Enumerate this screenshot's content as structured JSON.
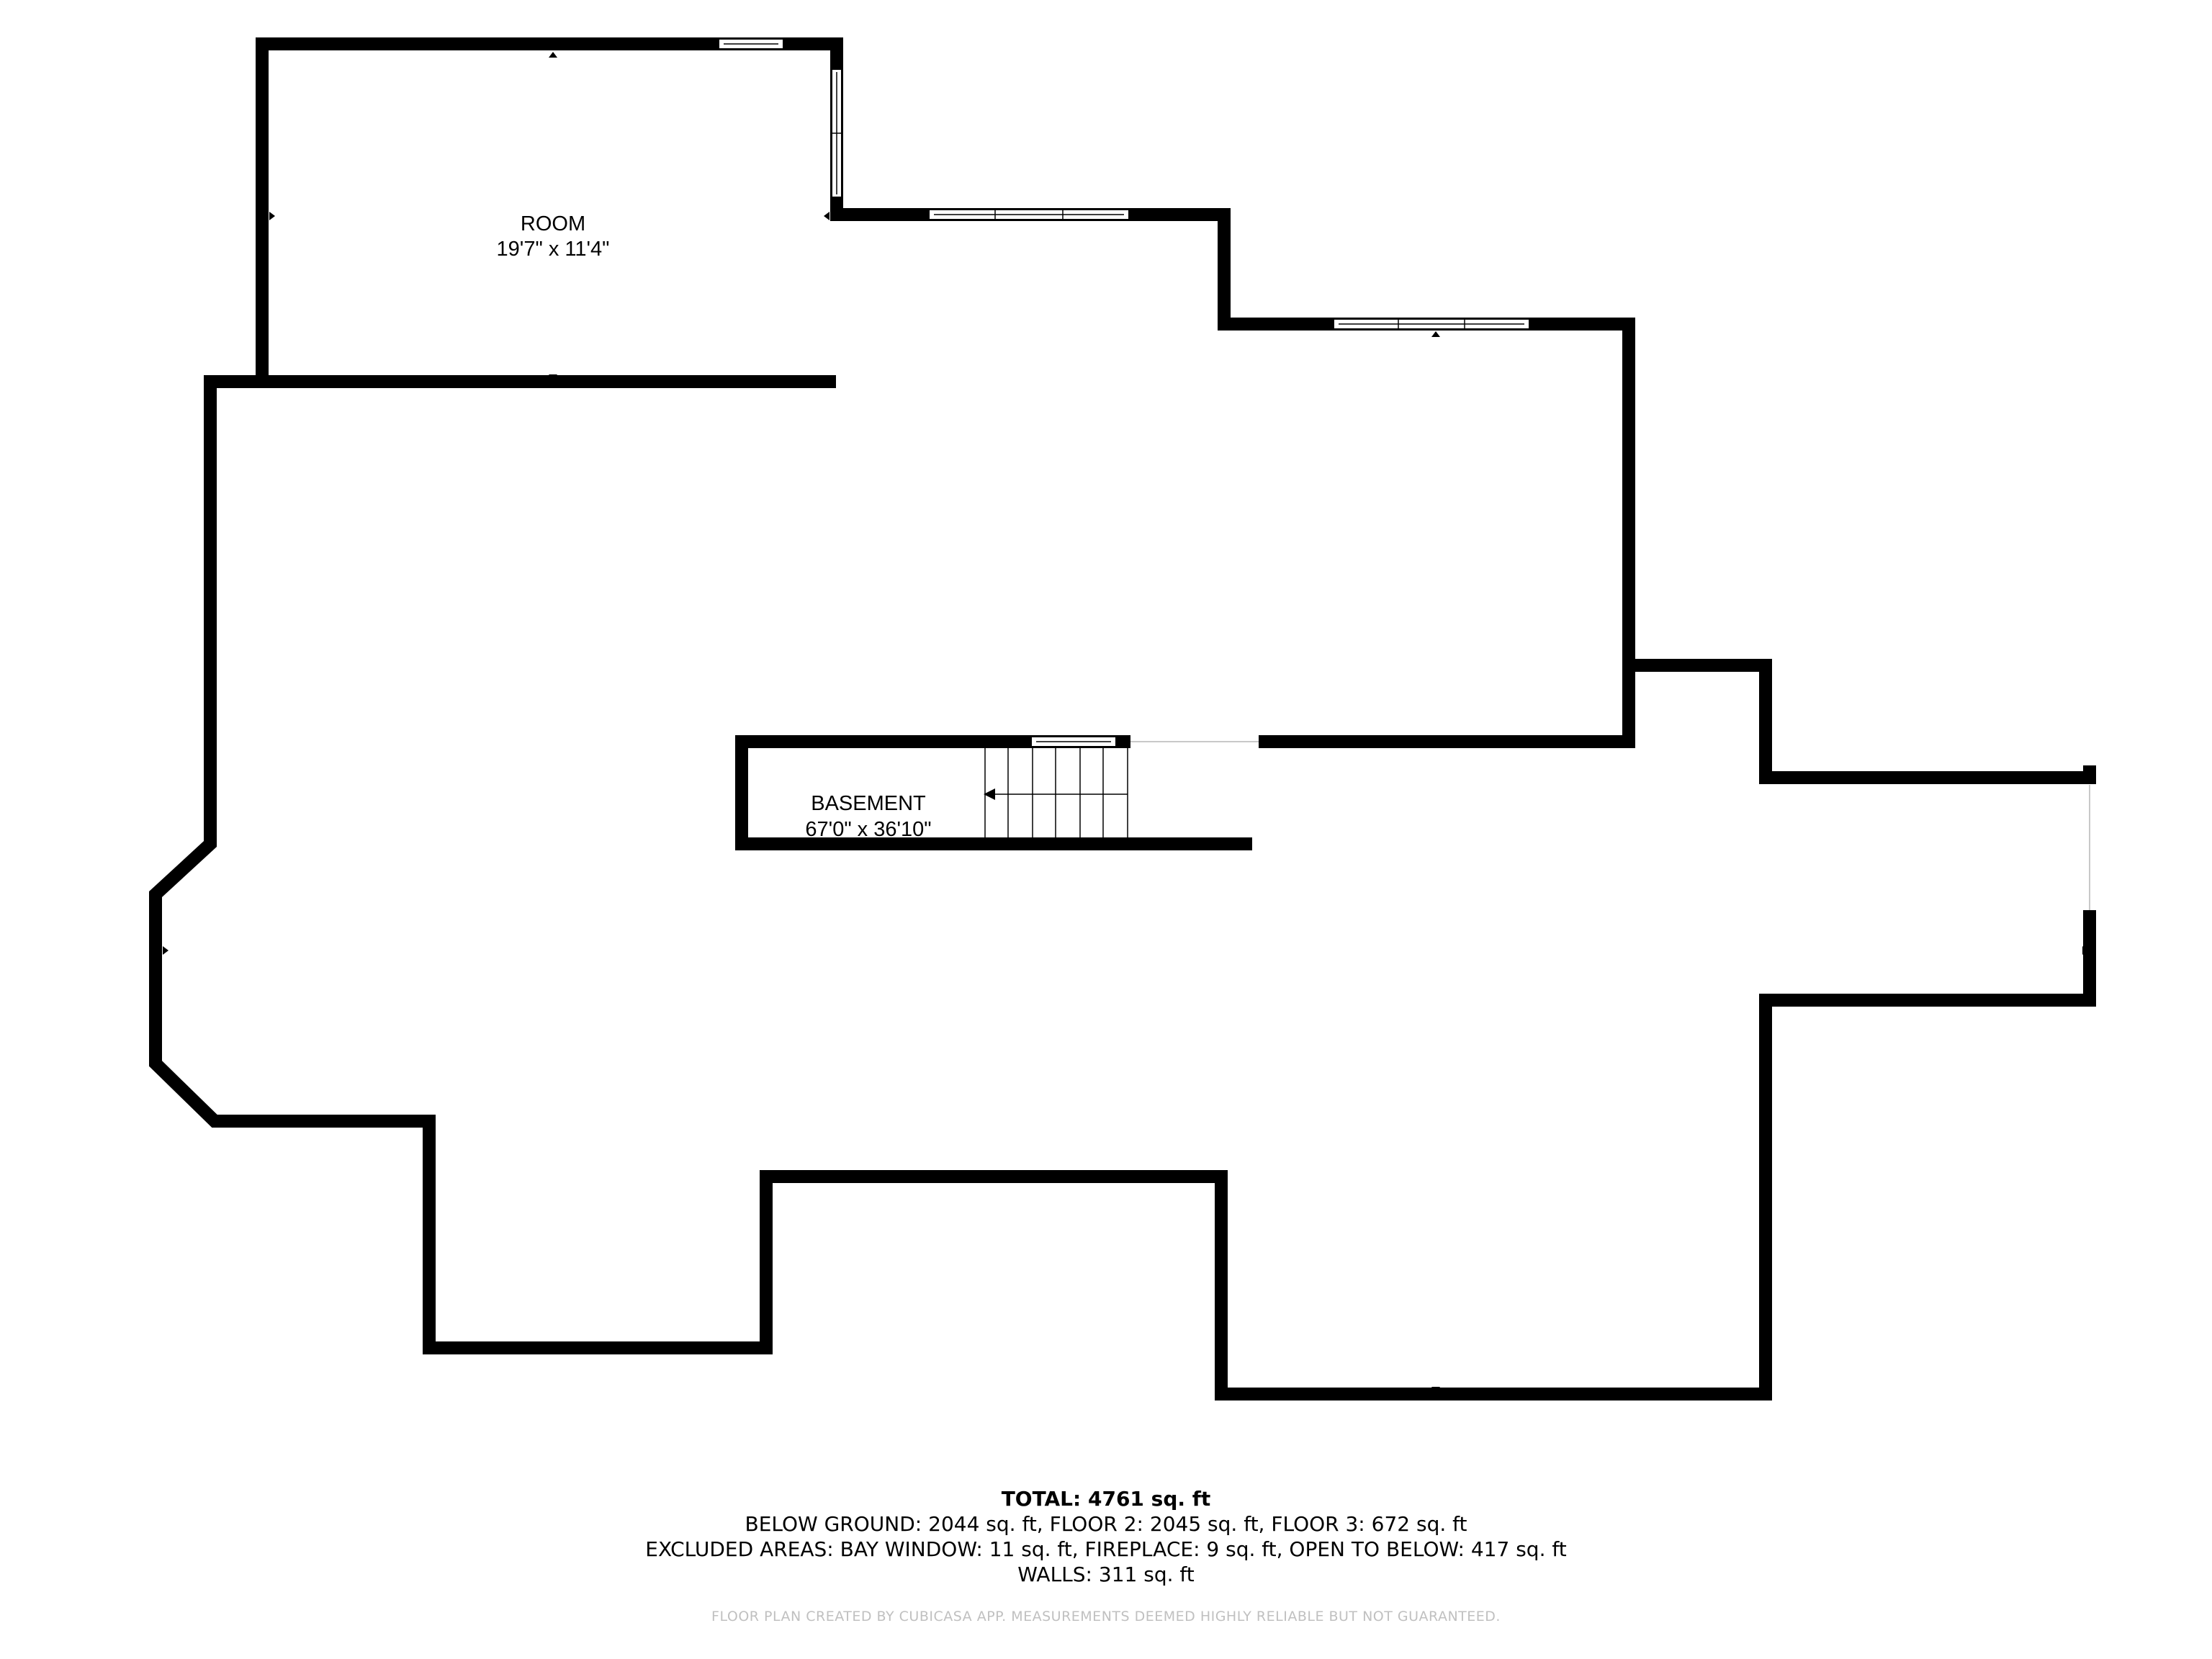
{
  "rooms": [
    {
      "name": "ROOM",
      "dimensions": "19'7\" x 11'4\""
    },
    {
      "name": "BASEMENT",
      "dimensions": "67'0\" x 36'10\""
    }
  ],
  "summary": {
    "total": "TOTAL: 4761 sq. ft",
    "floors": "BELOW GROUND: 2044 sq. ft, FLOOR 2: 2045 sq. ft, FLOOR 3: 672 sq. ft",
    "excluded": "EXCLUDED AREAS: BAY WINDOW: 11 sq. ft, FIREPLACE: 9 sq. ft, OPEN TO BELOW: 417 sq. ft",
    "walls": "WALLS: 311 sq. ft"
  },
  "credit": "FLOOR PLAN CREATED BY CUBICASA APP. MEASUREMENTS DEEMED HIGHLY RELIABLE BUT NOT GUARANTEED.",
  "colors": {
    "wall": "#000000",
    "background": "#ffffff",
    "credit_text": "#c0c0c0"
  }
}
